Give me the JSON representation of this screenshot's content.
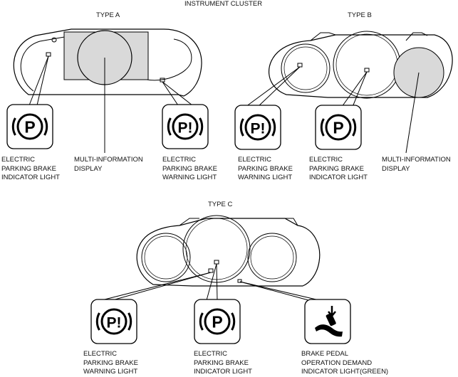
{
  "diagram": {
    "title": "INSTRUMENT CLUSTER",
    "type_a": {
      "heading": "TYPE A",
      "labels": {
        "epb_indicator": [
          "ELECTRIC",
          "PARKING BRAKE",
          "INDICATOR LIGHT"
        ],
        "mid": [
          "MULTI-INFORMATION",
          "DISPLAY"
        ],
        "epb_warning": [
          "ELECTRIC",
          "PARKING BRAKE",
          "WARNING LIGHT"
        ]
      }
    },
    "type_b": {
      "heading": "TYPE B",
      "labels": {
        "epb_warning": [
          "ELECTRIC",
          "PARKING BRAKE",
          "WARNING LIGHT"
        ],
        "epb_indicator": [
          "ELECTRIC",
          "PARKING BRAKE",
          "INDICATOR LIGHT"
        ],
        "mid": [
          "MULTI-INFORMATION",
          "DISPLAY"
        ]
      }
    },
    "type_c": {
      "heading": "TYPE C",
      "labels": {
        "epb_warning": [
          "ELECTRIC",
          "PARKING BRAKE",
          "WARNING LIGHT"
        ],
        "epb_indicator": [
          "ELECTRIC",
          "PARKING BRAKE",
          "INDICATOR LIGHT"
        ],
        "brake_pedal": [
          "BRAKE PEDAL",
          "OPERATION DEMAND",
          "INDICATOR LIGHT(GREEN)"
        ]
      }
    },
    "icons": {
      "indicator_glyph": "P",
      "warning_glyph": "P!"
    },
    "colors": {
      "display_fill": "#d9d9d9",
      "line": "#000000"
    }
  }
}
